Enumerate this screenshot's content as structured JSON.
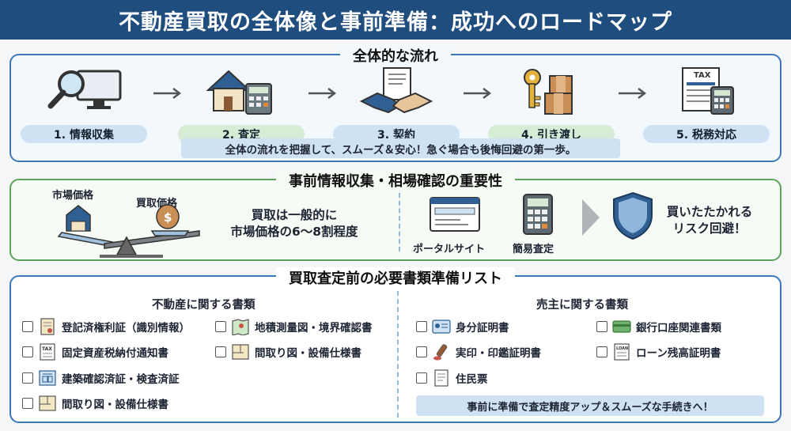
{
  "title": "不動産買取の全体像と事前準備：成功へのロードマップ",
  "flow": {
    "heading": "全体的な流れ",
    "steps": [
      {
        "label": "1. 情報収集",
        "icon": "magnifier-monitor-icon",
        "color": "#cfe2f3"
      },
      {
        "label": "2. 査定",
        "icon": "house-calculator-icon",
        "color": "#d7ecd5"
      },
      {
        "label": "3. 契約",
        "icon": "handshake-document-icon",
        "color": "#cfe2f3"
      },
      {
        "label": "4. 引き渡し",
        "icon": "key-boxes-icon",
        "color": "#d7ecd5"
      },
      {
        "label": "5. 税務対応",
        "icon": "tax-calculator-icon",
        "color": "#cfe2f3"
      }
    ],
    "note": "全体の流れを把握して、スムーズ＆安心！急ぐ場合も後悔回避の第一歩。"
  },
  "research": {
    "heading": "事前情報収集・相場確認の重要性",
    "market_price_label": "市場価格",
    "purchase_price_label": "買取価格",
    "ratio_text_line1": "買取は一般的に",
    "ratio_text_line2": "市場価格の6〜8割程度",
    "portal_label": "ポータルサイト",
    "quick_assess_label": "簡易査定",
    "avoid_line1": "買いたたかれる",
    "avoid_line2": "リスク回避！"
  },
  "docs": {
    "heading": "買取査定前の必要書類準備リスト",
    "property_heading": "不動産に関する書類",
    "property_items": [
      "登記済権利証（識別情報）",
      "固定資産税納付通知書",
      "建築確認済証・検査済証",
      "間取り図・設備仕様書",
      "地積測量図・境界確認書",
      "間取り図・設備仕様書"
    ],
    "seller_heading": "売主に関する書類",
    "seller_items": [
      "身分証明書",
      "実印・印鑑証明書",
      "住民票",
      "銀行口座関連書類",
      "ローン残高証明書"
    ],
    "note": "事前に準備で査定精度アップ＆スムーズな手続きへ！"
  },
  "colors": {
    "header": "#1f4d7e",
    "blue_border": "#3d78b3",
    "green_border": "#5ea35c",
    "pill_blue": "#cfe2f3",
    "pill_green": "#d7ecd5"
  }
}
